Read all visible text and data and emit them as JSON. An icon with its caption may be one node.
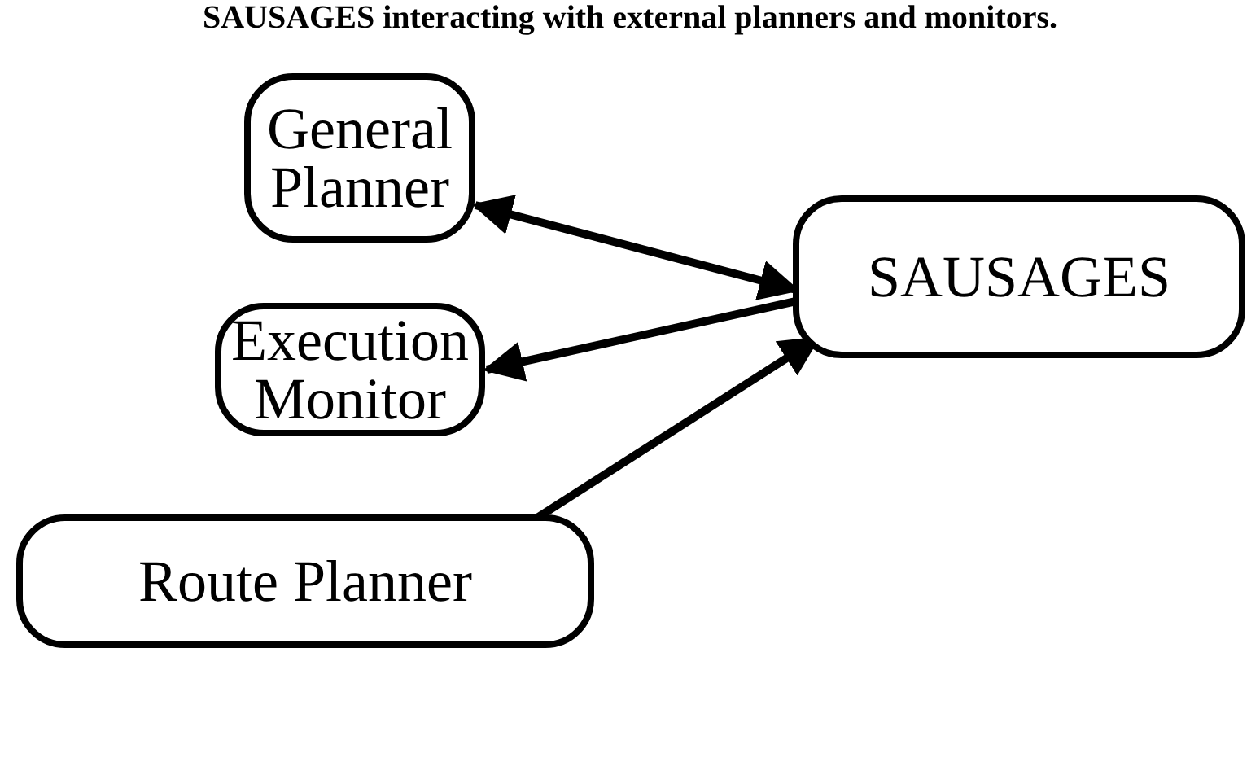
{
  "diagram": {
    "title": "SAUSAGES interacting with external planners and monitors.",
    "nodes": [
      {
        "text": [
          "General Planner"
        ]
      },
      {
        "text": [
          "Execution Monitor"
        ]
      },
      {
        "text": [
          "Route Planner"
        ]
      },
      {
        "text": [
          "SAUSAGES"
        ]
      }
    ],
    "edges": [
      {
        "from": 0,
        "to": 3,
        "arrow": "both"
      },
      {
        "from": 3,
        "to": 1,
        "arrow": "to"
      },
      {
        "from": 2,
        "to": 3,
        "arrow": "to"
      }
    ]
  }
}
